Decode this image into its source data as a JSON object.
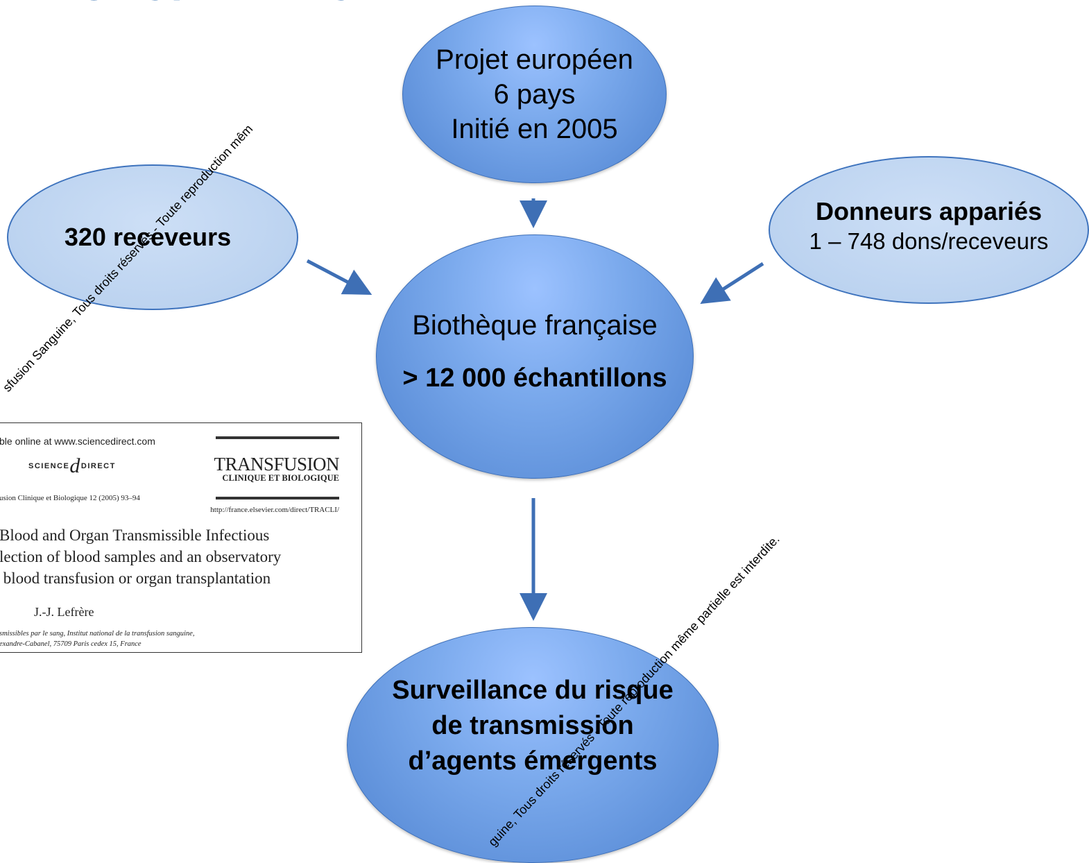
{
  "title": "ET EUROPEEN BOTIA",
  "colors": {
    "title": "#1f5fa6",
    "oval_dark": "#6e9fe6",
    "oval_light": "#c3d8f3",
    "arrow": "#3e6fb5"
  },
  "project": {
    "line1": "Projet européen",
    "line2": "6 pays",
    "line3": "Initié en 2005"
  },
  "recipients": {
    "label": "320 receveurs"
  },
  "donors": {
    "label": "Donneurs appariés",
    "detail": "1 – 748 dons/receveurs"
  },
  "biobank": {
    "line1": "Biothèque française",
    "line2": "> 12 000 échantillons"
  },
  "surveillance": {
    "line1": "Surveillance du risque",
    "line2": "de transmission",
    "line3": "d’agents émergents"
  },
  "article": {
    "available": "ble online at www.sciencedirect.com",
    "sciencedirect_left": "SCIENCE",
    "sciencedirect_d": "d",
    "sciencedirect_right": "DIRECT",
    "journal_title": "TRANSFUSION",
    "journal_subtitle": "CLINIQUE ET BIOLOGIQUE",
    "citation": "usion Clinique et Biologique 12 (2005) 93–94",
    "url": "http://france.elsevier.com/direct/TRACLI/",
    "article_title": "Blood and Organ Transmissible Infectious\nlection of blood samples and an observatory\n blood transfusion or organ transplantation",
    "author": "J.-J. Lefrère",
    "affiliation_1": "smissibles par le sang, Institut national de la transfusion sanguine,",
    "affiliation_2": "exandre-Cabanel, 75709 Paris cedex 15, France"
  },
  "watermark": {
    "text_1": "sfusion Sanguine, Tous droits réservés - Toute reproduction mêm",
    "text_2": "guine, Tous droits réservés - Toute reproduction même partielle est interdite."
  }
}
